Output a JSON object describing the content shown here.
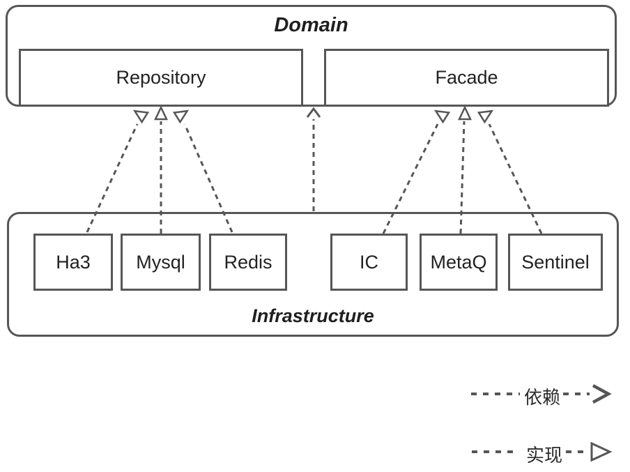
{
  "domain": {
    "title": "Domain",
    "components": [
      {
        "label": "Repository"
      },
      {
        "label": "Facade"
      }
    ]
  },
  "infrastructure": {
    "title": "Infrastructure",
    "components": [
      {
        "label": "Ha3"
      },
      {
        "label": "Mysql"
      },
      {
        "label": "Redis"
      },
      {
        "label": "IC"
      },
      {
        "label": "MetaQ"
      },
      {
        "label": "Sentinel"
      }
    ]
  },
  "relations": [
    {
      "from": "Ha3",
      "to": "Repository",
      "type": "实现",
      "arrow": "hollow-triangle"
    },
    {
      "from": "Mysql",
      "to": "Repository",
      "type": "实现",
      "arrow": "hollow-triangle"
    },
    {
      "from": "Redis",
      "to": "Repository",
      "type": "实现",
      "arrow": "hollow-triangle"
    },
    {
      "from": "Infrastructure",
      "to": "Domain",
      "type": "依赖",
      "arrow": "open-chevron"
    },
    {
      "from": "IC",
      "to": "Facade",
      "type": "实现",
      "arrow": "hollow-triangle"
    },
    {
      "from": "MetaQ",
      "to": "Facade",
      "type": "实现",
      "arrow": "hollow-triangle"
    },
    {
      "from": "Sentinel",
      "to": "Facade",
      "type": "实现",
      "arrow": "hollow-triangle"
    }
  ],
  "legend": {
    "items": [
      {
        "label": "依赖",
        "arrow": "open-chevron"
      },
      {
        "label": "实现",
        "arrow": "hollow-triangle"
      }
    ]
  },
  "colors": {
    "stroke": "#565656",
    "text": "#222222",
    "background": "#ffffff"
  }
}
